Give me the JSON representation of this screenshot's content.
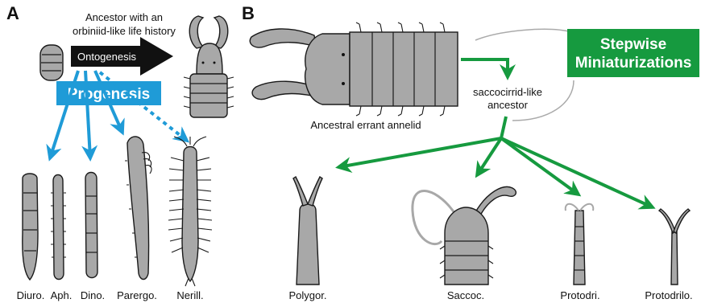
{
  "panels": {
    "a": "A",
    "b": "B"
  },
  "panel_a": {
    "ancestor_line1": "Ancestor with an",
    "ancestor_line2": "orbiniid-like life history",
    "ontogenesis": "Ontogenesis",
    "progenesis": "Progenesis",
    "taxa": [
      "Diuro.",
      "Aph.",
      "Dino.",
      "Parergo.",
      "Nerill."
    ]
  },
  "panel_b": {
    "stepwise_line1": "Stepwise",
    "stepwise_line2": "Miniaturizations",
    "intermediate_line1": "saccocirrid-like",
    "intermediate_line2": "ancestor",
    "ancestral": "Ancestral errant annelid",
    "taxa": [
      "Polygor.",
      "Saccoc.",
      "Protodri.",
      "Protodrilo."
    ]
  },
  "colors": {
    "progenesis_blue": "#1f9bd7",
    "stepwise_green": "#169a3f",
    "animal_gray": "#a8a8a8",
    "outline": "#1a1a1a"
  }
}
